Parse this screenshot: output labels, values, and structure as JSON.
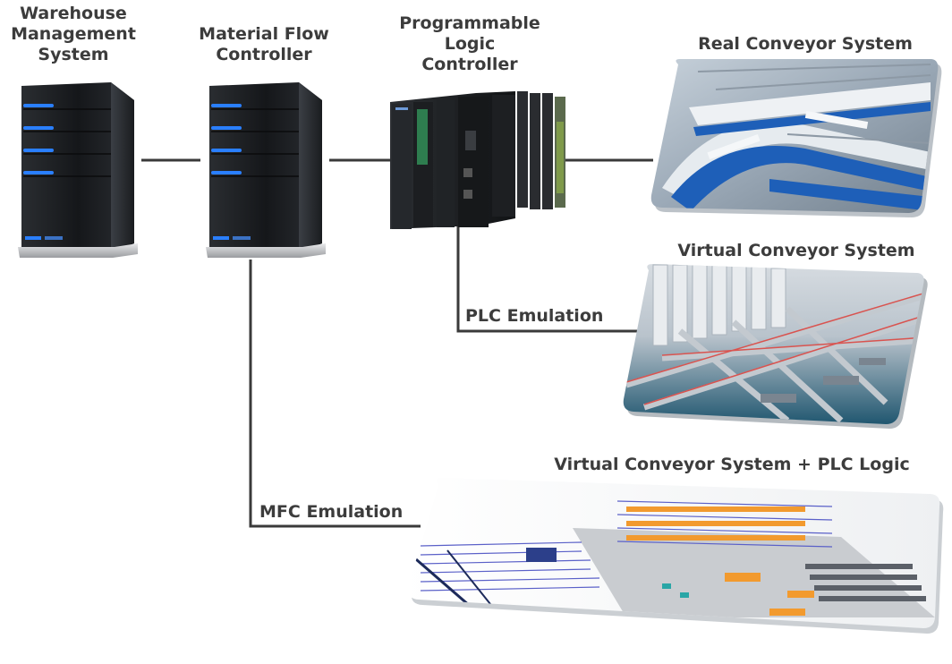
{
  "nodes": {
    "wms": {
      "lines": [
        "Warehouse",
        "Management",
        "System"
      ]
    },
    "mfc": {
      "lines": [
        "Material Flow",
        "Controller"
      ]
    },
    "plc": {
      "lines": [
        "Programmable",
        "Logic",
        "Controller"
      ]
    },
    "real_conveyor": {
      "label": "Real Conveyor System"
    },
    "virtual_conveyor": {
      "label": "Virtual Conveyor System"
    },
    "virtual_plc": {
      "label": "Virtual Conveyor System + PLC Logic"
    }
  },
  "edges": {
    "plc_emulation": {
      "label": "PLC Emulation"
    },
    "mfc_emulation": {
      "label": "MFC Emulation"
    }
  },
  "colors": {
    "line": "#3a3a3a",
    "text": "#3c3c3c",
    "server_led": "#2a7fff",
    "conveyor_blue": "#1e5fb8",
    "floor_teal": "#17506a",
    "highlight_orange": "#f29a2e"
  },
  "icons": {
    "wms": "server-tower-icon",
    "mfc": "server-tower-icon",
    "plc": "plc-rack-icon"
  }
}
